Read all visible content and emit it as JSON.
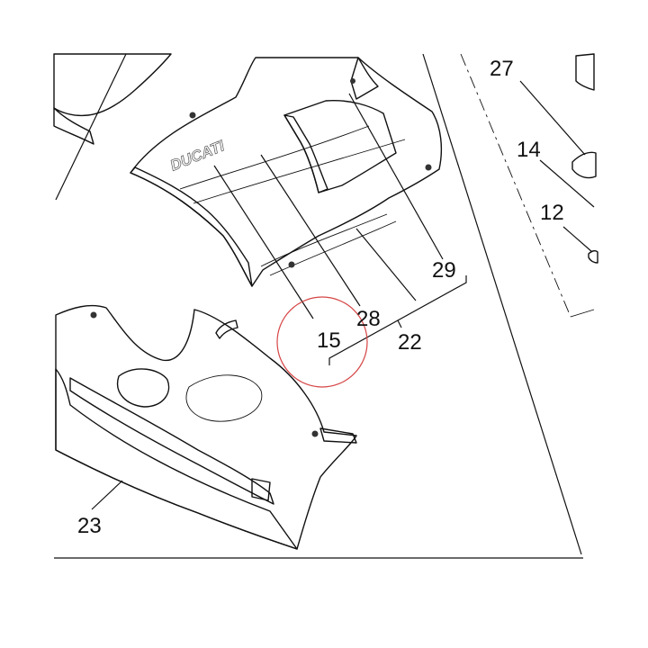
{
  "diagram": {
    "callouts": {
      "p27": "27",
      "p14": "14",
      "p12": "12",
      "p29": "29",
      "p28": "28",
      "p22": "22",
      "p15": "15",
      "p23": "23"
    },
    "logo_text": "DUCATI",
    "colors": {
      "line": "#111111",
      "shading": "#8a8a8a",
      "highlight_circle": "#d64545",
      "background": "#ffffff"
    }
  }
}
